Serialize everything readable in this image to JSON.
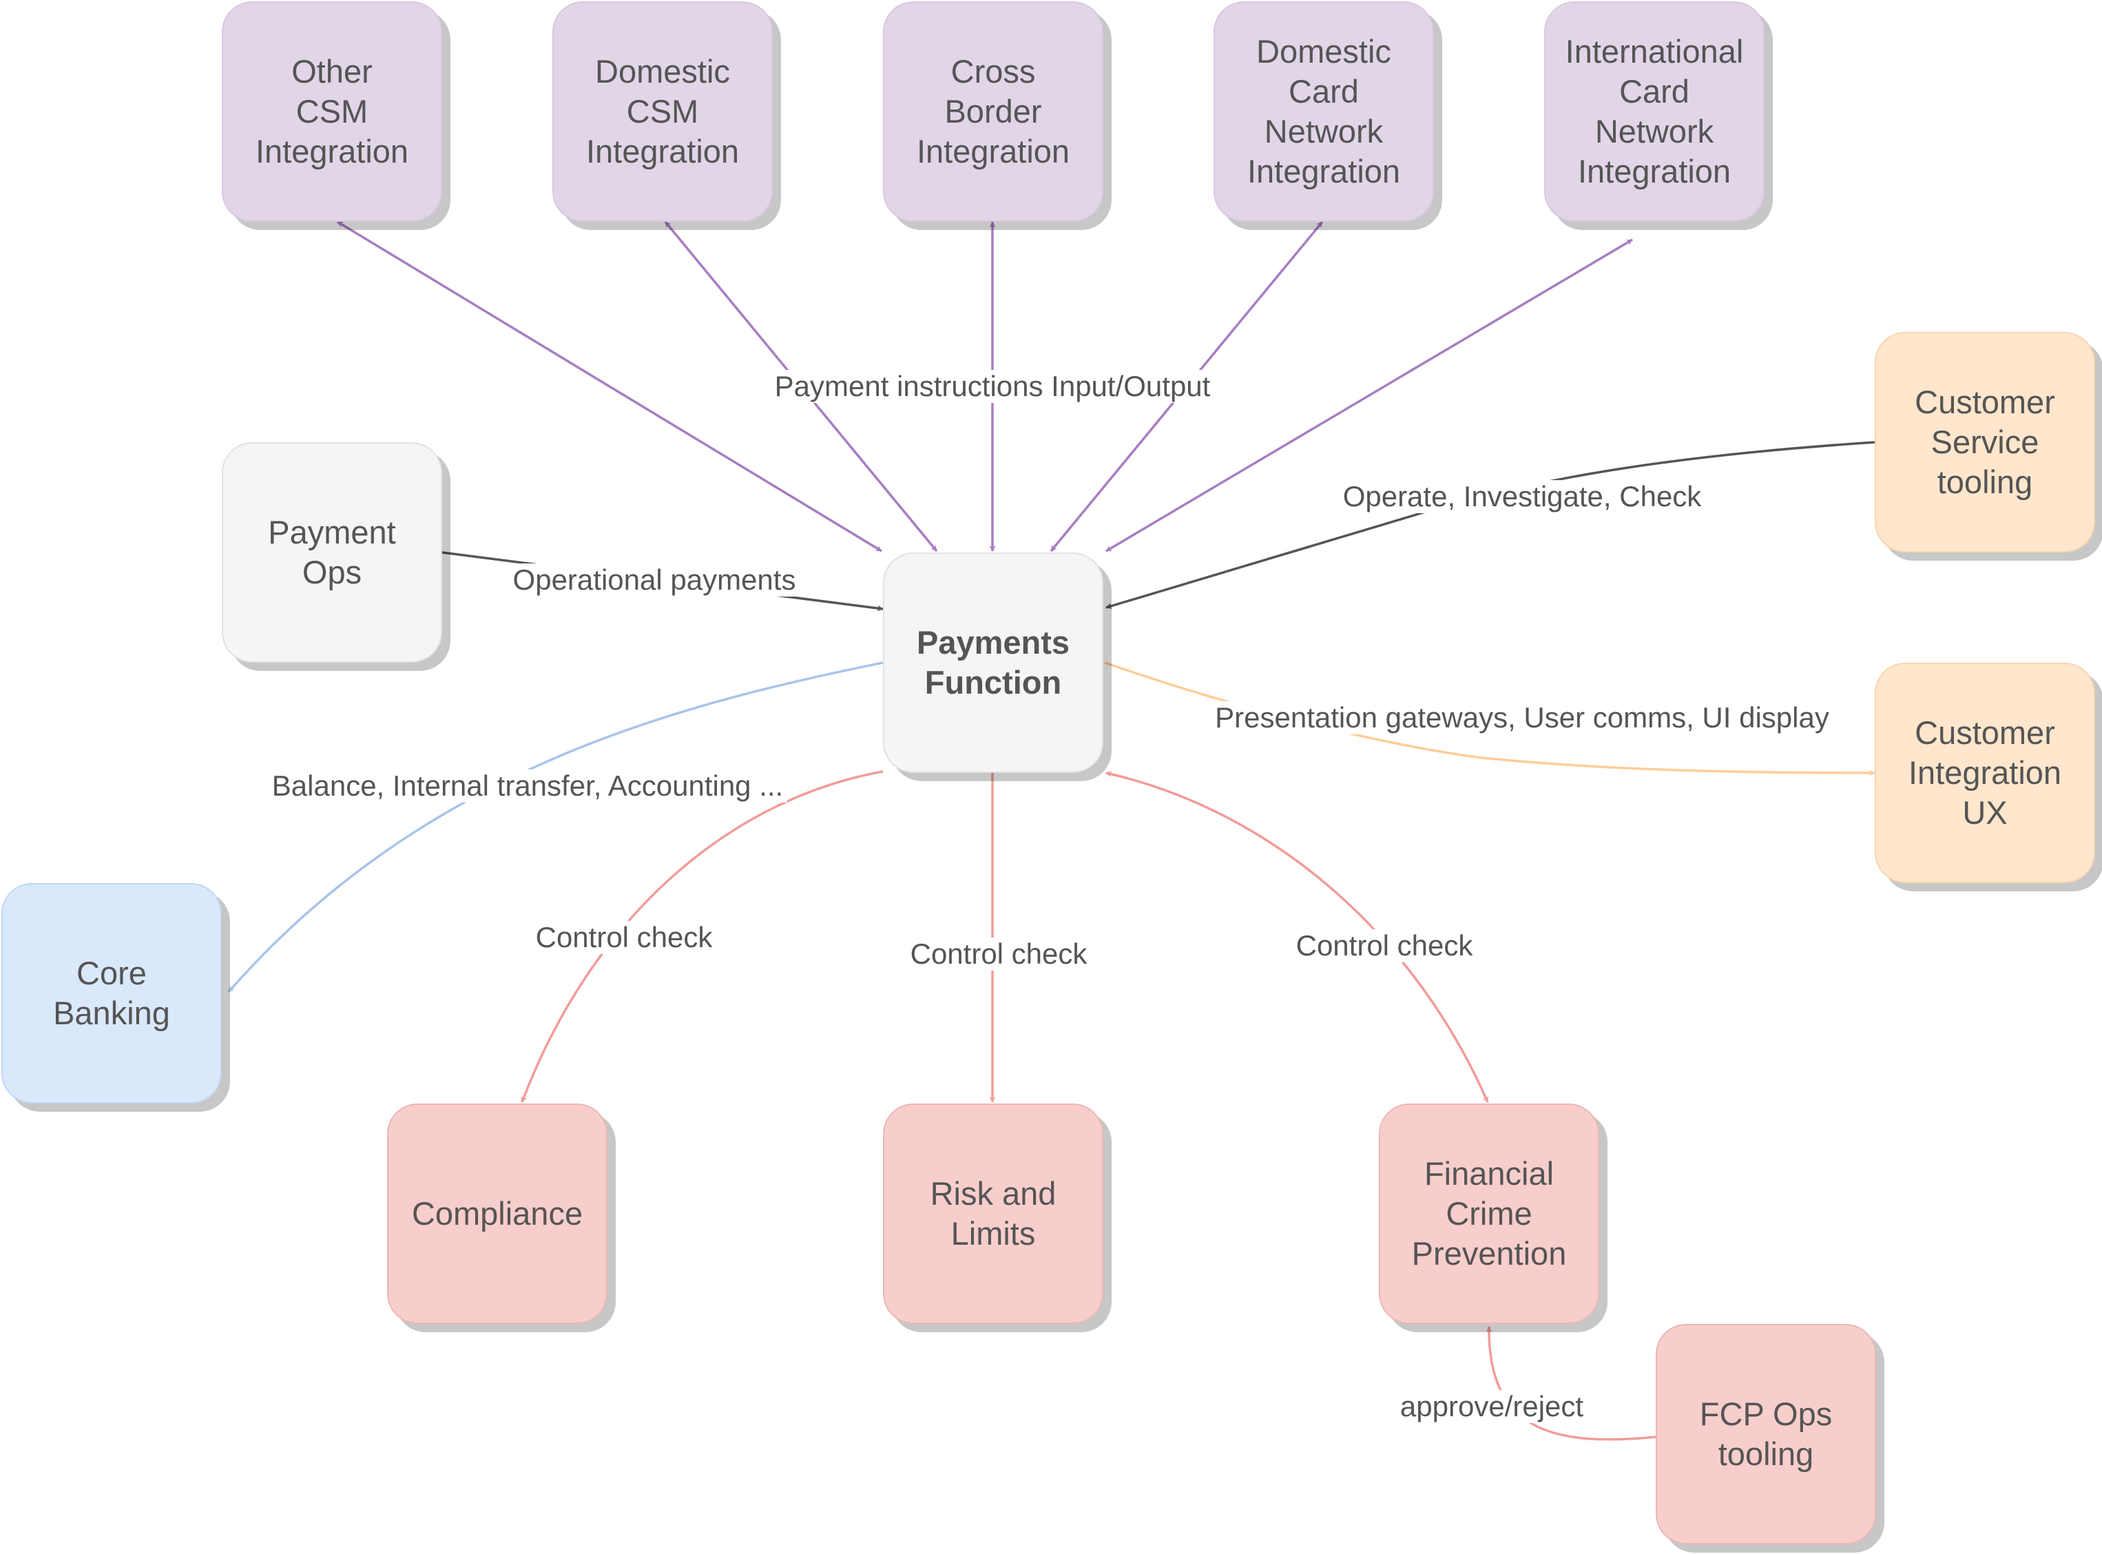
{
  "colors": {
    "purple_edge": "#a77dc2",
    "dark_edge": "#555555",
    "blue_edge": "#a9c4eb",
    "orange_edge": "#ffcc99",
    "red_edge": "#f19c99"
  },
  "nodes": {
    "other_csm": "Other\nCSM\nIntegration",
    "domestic_csm": "Domestic\nCSM\nIntegration",
    "cross_border": "Cross\nBorder\nIntegration",
    "domestic_card": "Domestic\nCard\nNetwork\nIntegration",
    "international_card": "International\nCard\nNetwork\nIntegration",
    "customer_service": "Customer\nService\ntooling",
    "payment_ops": "Payment\nOps",
    "payments_function": "Payments\nFunction",
    "customer_integration": "Customer\nIntegration\nUX",
    "core_banking": "Core\nBanking",
    "compliance": "Compliance",
    "risk_limits": "Risk and\nLimits",
    "fcp": "Financial\nCrime\nPrevention",
    "fcp_ops": "FCP Ops\ntooling"
  },
  "edge_labels": {
    "payment_instructions": "Payment instructions Input/Output",
    "operate": "Operate, Investigate, Check",
    "operational_payments": "Operational payments",
    "presentation": "Presentation gateways, User comms, UI display",
    "balance": "Balance, Internal transfer, Accounting ...",
    "control_compliance": "Control check",
    "control_risk": "Control check",
    "control_fcp": "Control check",
    "approve_reject": "approve/reject"
  }
}
